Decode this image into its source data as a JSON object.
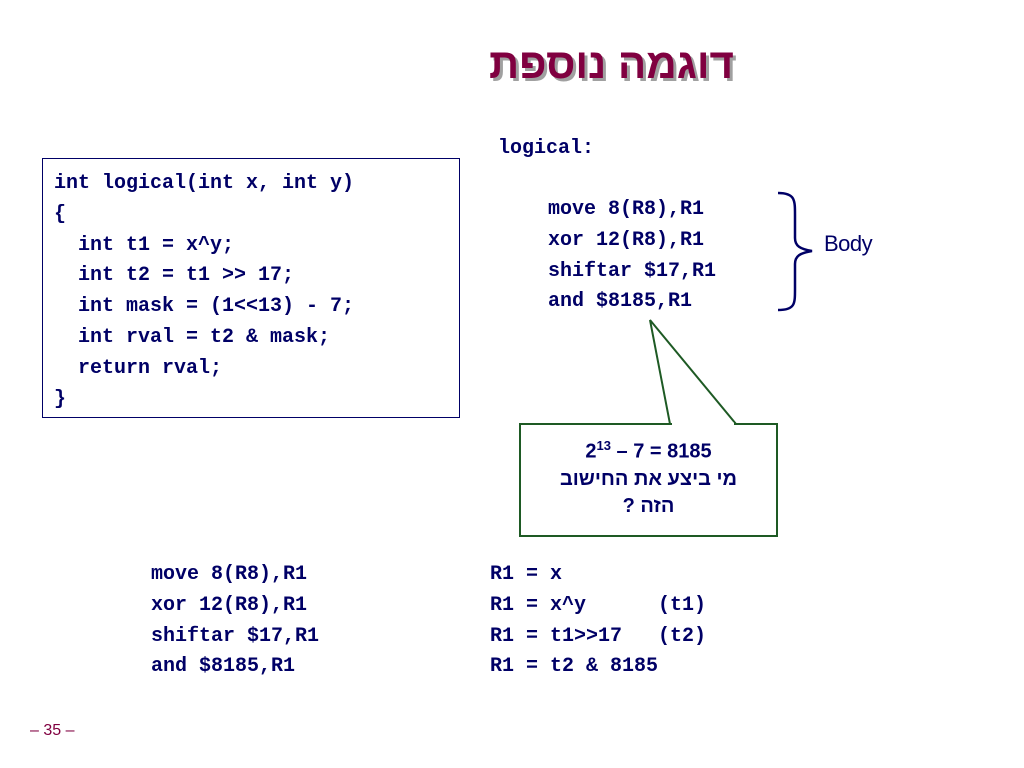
{
  "title": "דוגמה נוספת",
  "code": {
    "lines": [
      "int logical(int x, int y)",
      "{",
      "  int t1 = x^y;",
      "  int t2 = t1 >> 17;",
      "  int mask = (1<<13) - 7;",
      "  int rval = t2 & mask;",
      "  return rval;",
      "}"
    ]
  },
  "asm_label": "logical:",
  "asm": {
    "lines": [
      "move 8(R8),R1",
      "xor 12(R8),R1",
      "shiftar $17,R1",
      "and $8185,R1"
    ]
  },
  "body_label": "Body",
  "callout": {
    "base": "2",
    "exponent": "13",
    "rest": " – 7 = 8185",
    "question_line1": "מי ביצע את החישוב",
    "question_line2": "הזה ?"
  },
  "bottom": {
    "left": [
      "move 8(R8),R1",
      "xor 12(R8),R1",
      "shiftar $17,R1",
      "and $8185,R1"
    ],
    "right": [
      "R1 = x",
      "R1 = x^y      (t1)",
      "R1 = t1>>17   (t2)",
      "R1 = t2 & 8185"
    ]
  },
  "page_number": "– 35 –",
  "colors": {
    "title": "#800040",
    "text": "#000066",
    "callout_border": "#1e5a24"
  }
}
